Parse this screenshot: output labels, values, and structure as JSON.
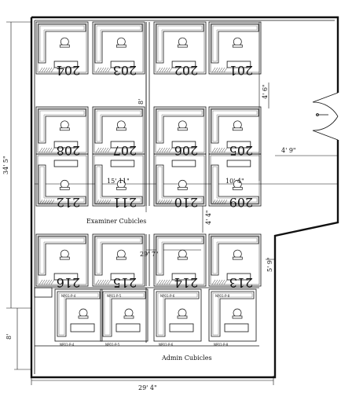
{
  "labels": {
    "examiner": "Examiner Cubicles",
    "admin": "Admin Cubicles"
  },
  "dimensions": {
    "height_total": "34' 5\"",
    "width_total": "29' 4\"",
    "admin_depth": "8'",
    "aisle_upper": "8'",
    "aisle_right": "4' 6\"",
    "right_gap": "4' 9\"",
    "center_horizontal": "15' 11\"",
    "center_right": "10' 4\"",
    "vertical_mid": "4' 4\"",
    "center_lower": "29' 7\"",
    "right_lower": "5' 9\""
  },
  "cubicles": {
    "row1": [
      "204",
      "203",
      "202",
      "201"
    ],
    "row2": [
      "208",
      "207",
      "206",
      "205"
    ],
    "row3": [
      "212",
      "211",
      "210",
      "209"
    ],
    "row4": [
      "216",
      "215",
      "214",
      "213"
    ]
  },
  "part_tags": [
    "NP01-P-4",
    "NP01-P-5",
    "NP01-P-6",
    "NP01-P-8"
  ]
}
